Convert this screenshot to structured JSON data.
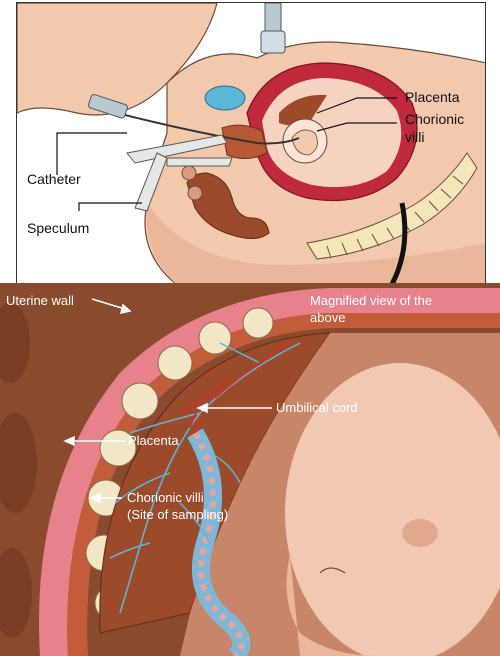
{
  "top_panel": {
    "labels": {
      "placenta": "Placenta",
      "chorionic_villi_line1": "Chorionic",
      "chorionic_villi_line2": "villi",
      "catheter": "Catheter",
      "speculum": "Speculum"
    }
  },
  "bottom_panel": {
    "labels": {
      "uterine_wall": "Uterine wall",
      "magnified_line1": "Magnified view of the",
      "magnified_line2": "above",
      "umbilical_cord": "Umbilical cord",
      "placenta": "Placenta",
      "chorionic_villi_line1": "Chorionic villi",
      "chorionic_villi_line2": "(Site of sampling)"
    }
  },
  "colors": {
    "skin": "#f3c9ad",
    "uterus_red": "#c0283b",
    "placenta_brown": "#9b4a2a",
    "vessel_blue": "#5ab7d8",
    "vessel_red": "#e02a2a",
    "background_brown": "#8a4a2e"
  }
}
